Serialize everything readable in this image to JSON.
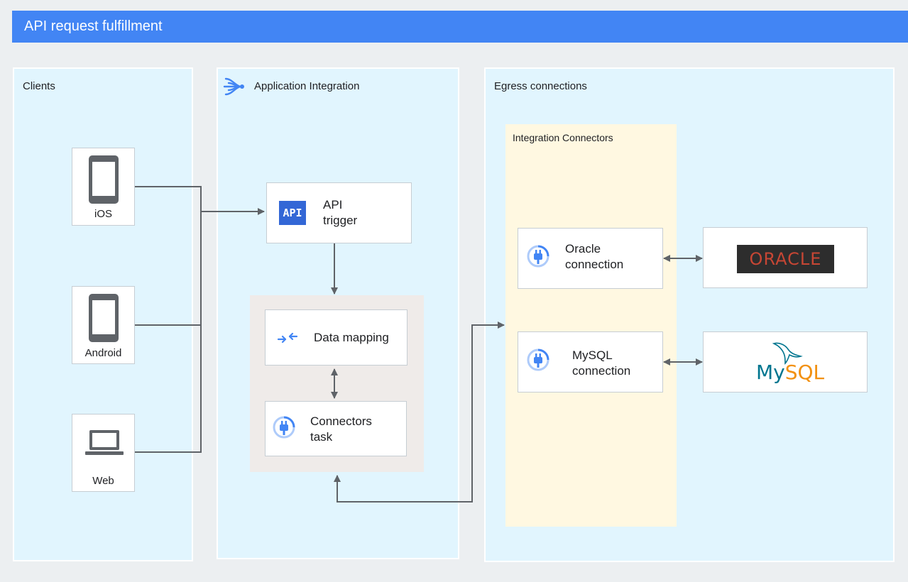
{
  "header": {
    "title": "API request fulfillment"
  },
  "panels": {
    "clients": {
      "title": "Clients"
    },
    "integration": {
      "title": "Application Integration"
    },
    "egress": {
      "title": "Egress connections"
    },
    "connectors_group": {
      "title": "Integration Connectors"
    }
  },
  "clients": [
    {
      "label": "iOS",
      "icon": "phone-icon"
    },
    {
      "label": "Android",
      "icon": "phone-icon"
    },
    {
      "label": "Web",
      "icon": "laptop-icon"
    }
  ],
  "nodes": {
    "api_trigger": {
      "line1": "API",
      "line2": "trigger",
      "badge": "API"
    },
    "data_mapping": {
      "label": "Data mapping"
    },
    "connectors_task": {
      "line1": "Connectors",
      "line2": "task"
    },
    "oracle_connection": {
      "line1": "Oracle",
      "line2": "connection"
    },
    "mysql_connection": {
      "line1": "MySQL",
      "line2": "connection"
    }
  },
  "logos": {
    "oracle": {
      "text": "ORACLE"
    },
    "mysql": {
      "text_my": "My",
      "text_sql": "SQL"
    }
  },
  "colors": {
    "header": "#4285f4",
    "panel": "#e1f5fe",
    "connectors_panel": "#fff8e1",
    "mapping_panel": "#efebe9",
    "arrow": "#5f6368",
    "oracle_red": "#c74634",
    "mysql_blue": "#00758f",
    "mysql_orange": "#f29111"
  }
}
